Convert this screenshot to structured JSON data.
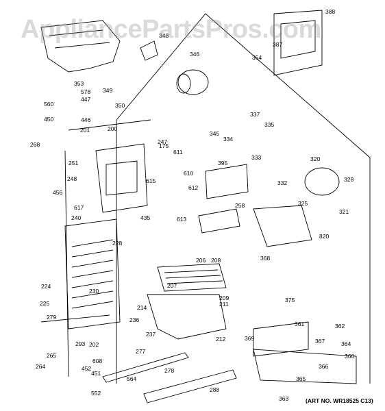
{
  "watermark": "AppliancePartsPros.com",
  "art_number": "(ART NO. WR18525 C13)",
  "callouts": [
    "348",
    "346",
    "388",
    "387",
    "354",
    "353",
    "578",
    "447",
    "560",
    "349",
    "350",
    "446",
    "450",
    "200",
    "201",
    "268",
    "247",
    "175",
    "611",
    "251",
    "248",
    "610",
    "615",
    "612",
    "456",
    "617",
    "435",
    "613",
    "395",
    "337",
    "335",
    "334",
    "345",
    "333",
    "332",
    "320",
    "328",
    "325",
    "321",
    "258",
    "820",
    "368",
    "240",
    "228",
    "206",
    "208",
    "207",
    "209",
    "211",
    "224",
    "225",
    "279",
    "230",
    "214",
    "236",
    "237",
    "212",
    "375",
    "361",
    "362",
    "369",
    "367",
    "364",
    "360",
    "366",
    "365",
    "363",
    "265",
    "293",
    "202",
    "264",
    "608",
    "452",
    "451",
    "552",
    "564",
    "277",
    "278",
    "288"
  ],
  "colors": {
    "line": "#000000",
    "background": "#ffffff",
    "watermark": "#969696"
  }
}
